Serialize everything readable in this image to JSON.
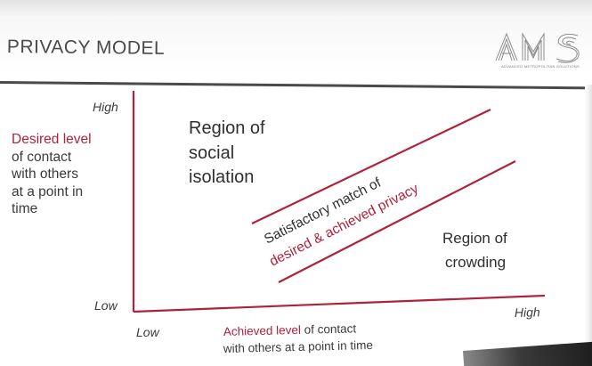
{
  "slide": {
    "title": "PRIVACY MODEL",
    "logo_text": "AMS",
    "logo_subtitle": "ADVANCED METROPOLITAN SOLUTIONS",
    "colors": {
      "accent_red": "#b0223a",
      "text_dark": "#3a3a3a",
      "axis": "#b0223a"
    }
  },
  "diagram": {
    "y_axis": {
      "high_label": "High",
      "low_label": "Low",
      "title_highlight": "Desired level",
      "title_rest": "of contact\nwith others\nat a point in\ntime"
    },
    "x_axis": {
      "low_label": "Low",
      "high_label": "High",
      "title_highlight": "Achieved level",
      "title_rest_line1": " of contact",
      "title_line2": "with others at a point in time"
    },
    "regions": {
      "isolation": [
        "Region of",
        "social",
        "isolation"
      ],
      "crowding": [
        "Region of",
        "crowding"
      ]
    },
    "match_band": {
      "line1": "Satisfactory match of",
      "line2": "desired & achieved privacy"
    }
  }
}
